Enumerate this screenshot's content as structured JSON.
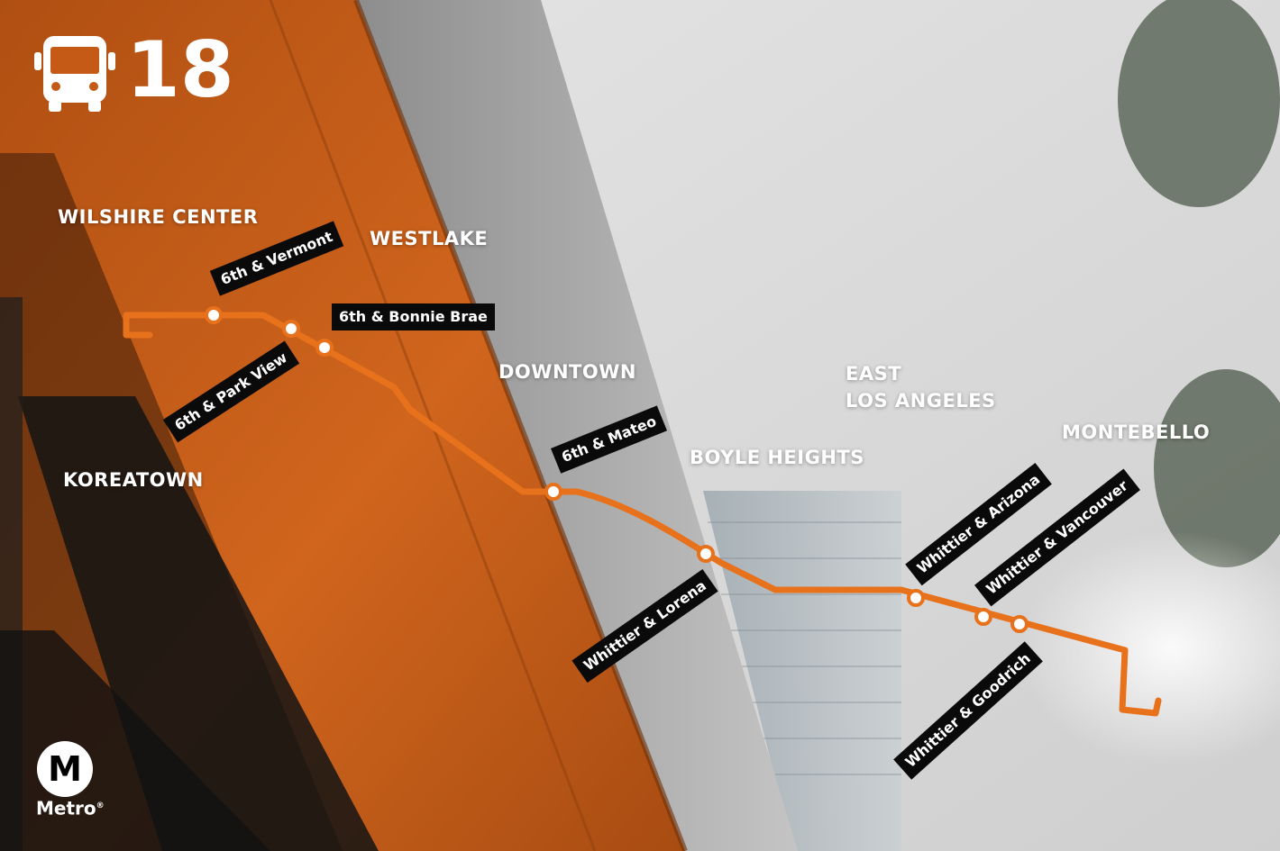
{
  "route": {
    "number": "18"
  },
  "brand": {
    "wordmark": "Metro",
    "logo_letter": "M"
  },
  "icons": {
    "route_icon": "bus-icon",
    "logo": "metro-logo-icon"
  },
  "colors": {
    "route_line": "#e8721c",
    "bus_orange": "#c55a16",
    "label_bg": "#0a0a0a",
    "text": "#ffffff",
    "stop_fill": "#ffffff"
  },
  "neighborhoods": [
    "WILSHIRE CENTER",
    "WESTLAKE",
    "KOREATOWN",
    "DOWNTOWN",
    [
      "EAST",
      "LOS ANGELES"
    ],
    "BOYLE HEIGHTS",
    "MONTEBELLO"
  ],
  "stops": [
    "6th & Vermont",
    "6th & Park View",
    "6th & Bonnie Brae",
    "6th & Mateo",
    "Whittier & Lorena",
    "Whittier & Arizona",
    "Whittier & Goodrich",
    "Whittier & Vancouver"
  ]
}
